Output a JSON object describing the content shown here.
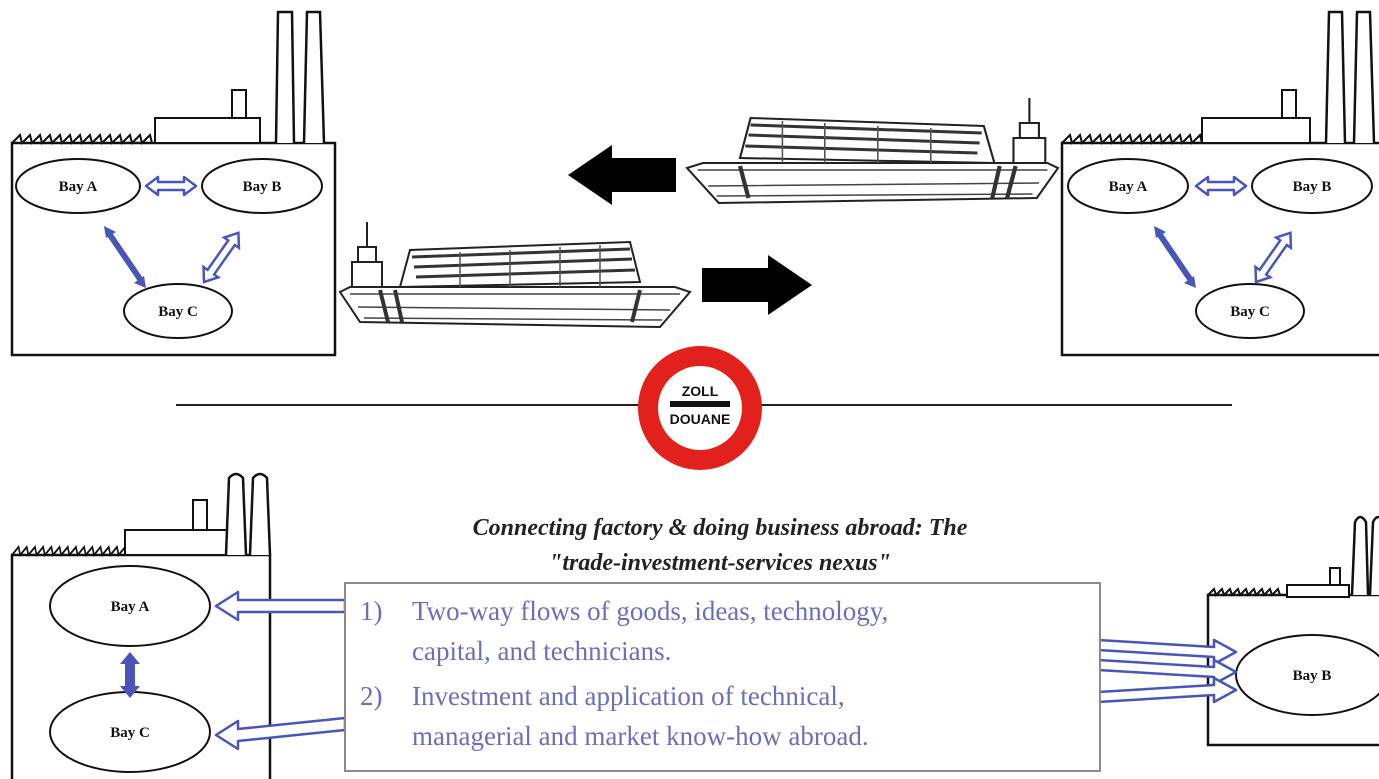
{
  "factories": {
    "top_left": {
      "bays": [
        "Bay A",
        "Bay B",
        "Bay C"
      ]
    },
    "top_right": {
      "bays": [
        "Bay A",
        "Bay B",
        "Bay C"
      ]
    },
    "bottom_left": {
      "bays": [
        "Bay A",
        "Bay C"
      ]
    },
    "bottom_right": {
      "bays": [
        "Bay B"
      ]
    }
  },
  "customs_sign": {
    "top": "ZOLL",
    "bottom": "DOUANE"
  },
  "caption": {
    "line1": "Connecting factory & doing business abroad: The",
    "line2": "\"trade-investment-services nexus\""
  },
  "list": [
    {
      "num": "1)",
      "line1": "Two-way flows of goods, ideas, technology,",
      "line2": "capital, and technicians."
    },
    {
      "num": "2)",
      "line1": "Investment and application of technical,",
      "line2": "managerial and market know-how abroad."
    }
  ],
  "colors": {
    "arrow_blue": "#4a55b8",
    "sign_red": "#e3211c",
    "text_blue": "#6a6fb8"
  }
}
